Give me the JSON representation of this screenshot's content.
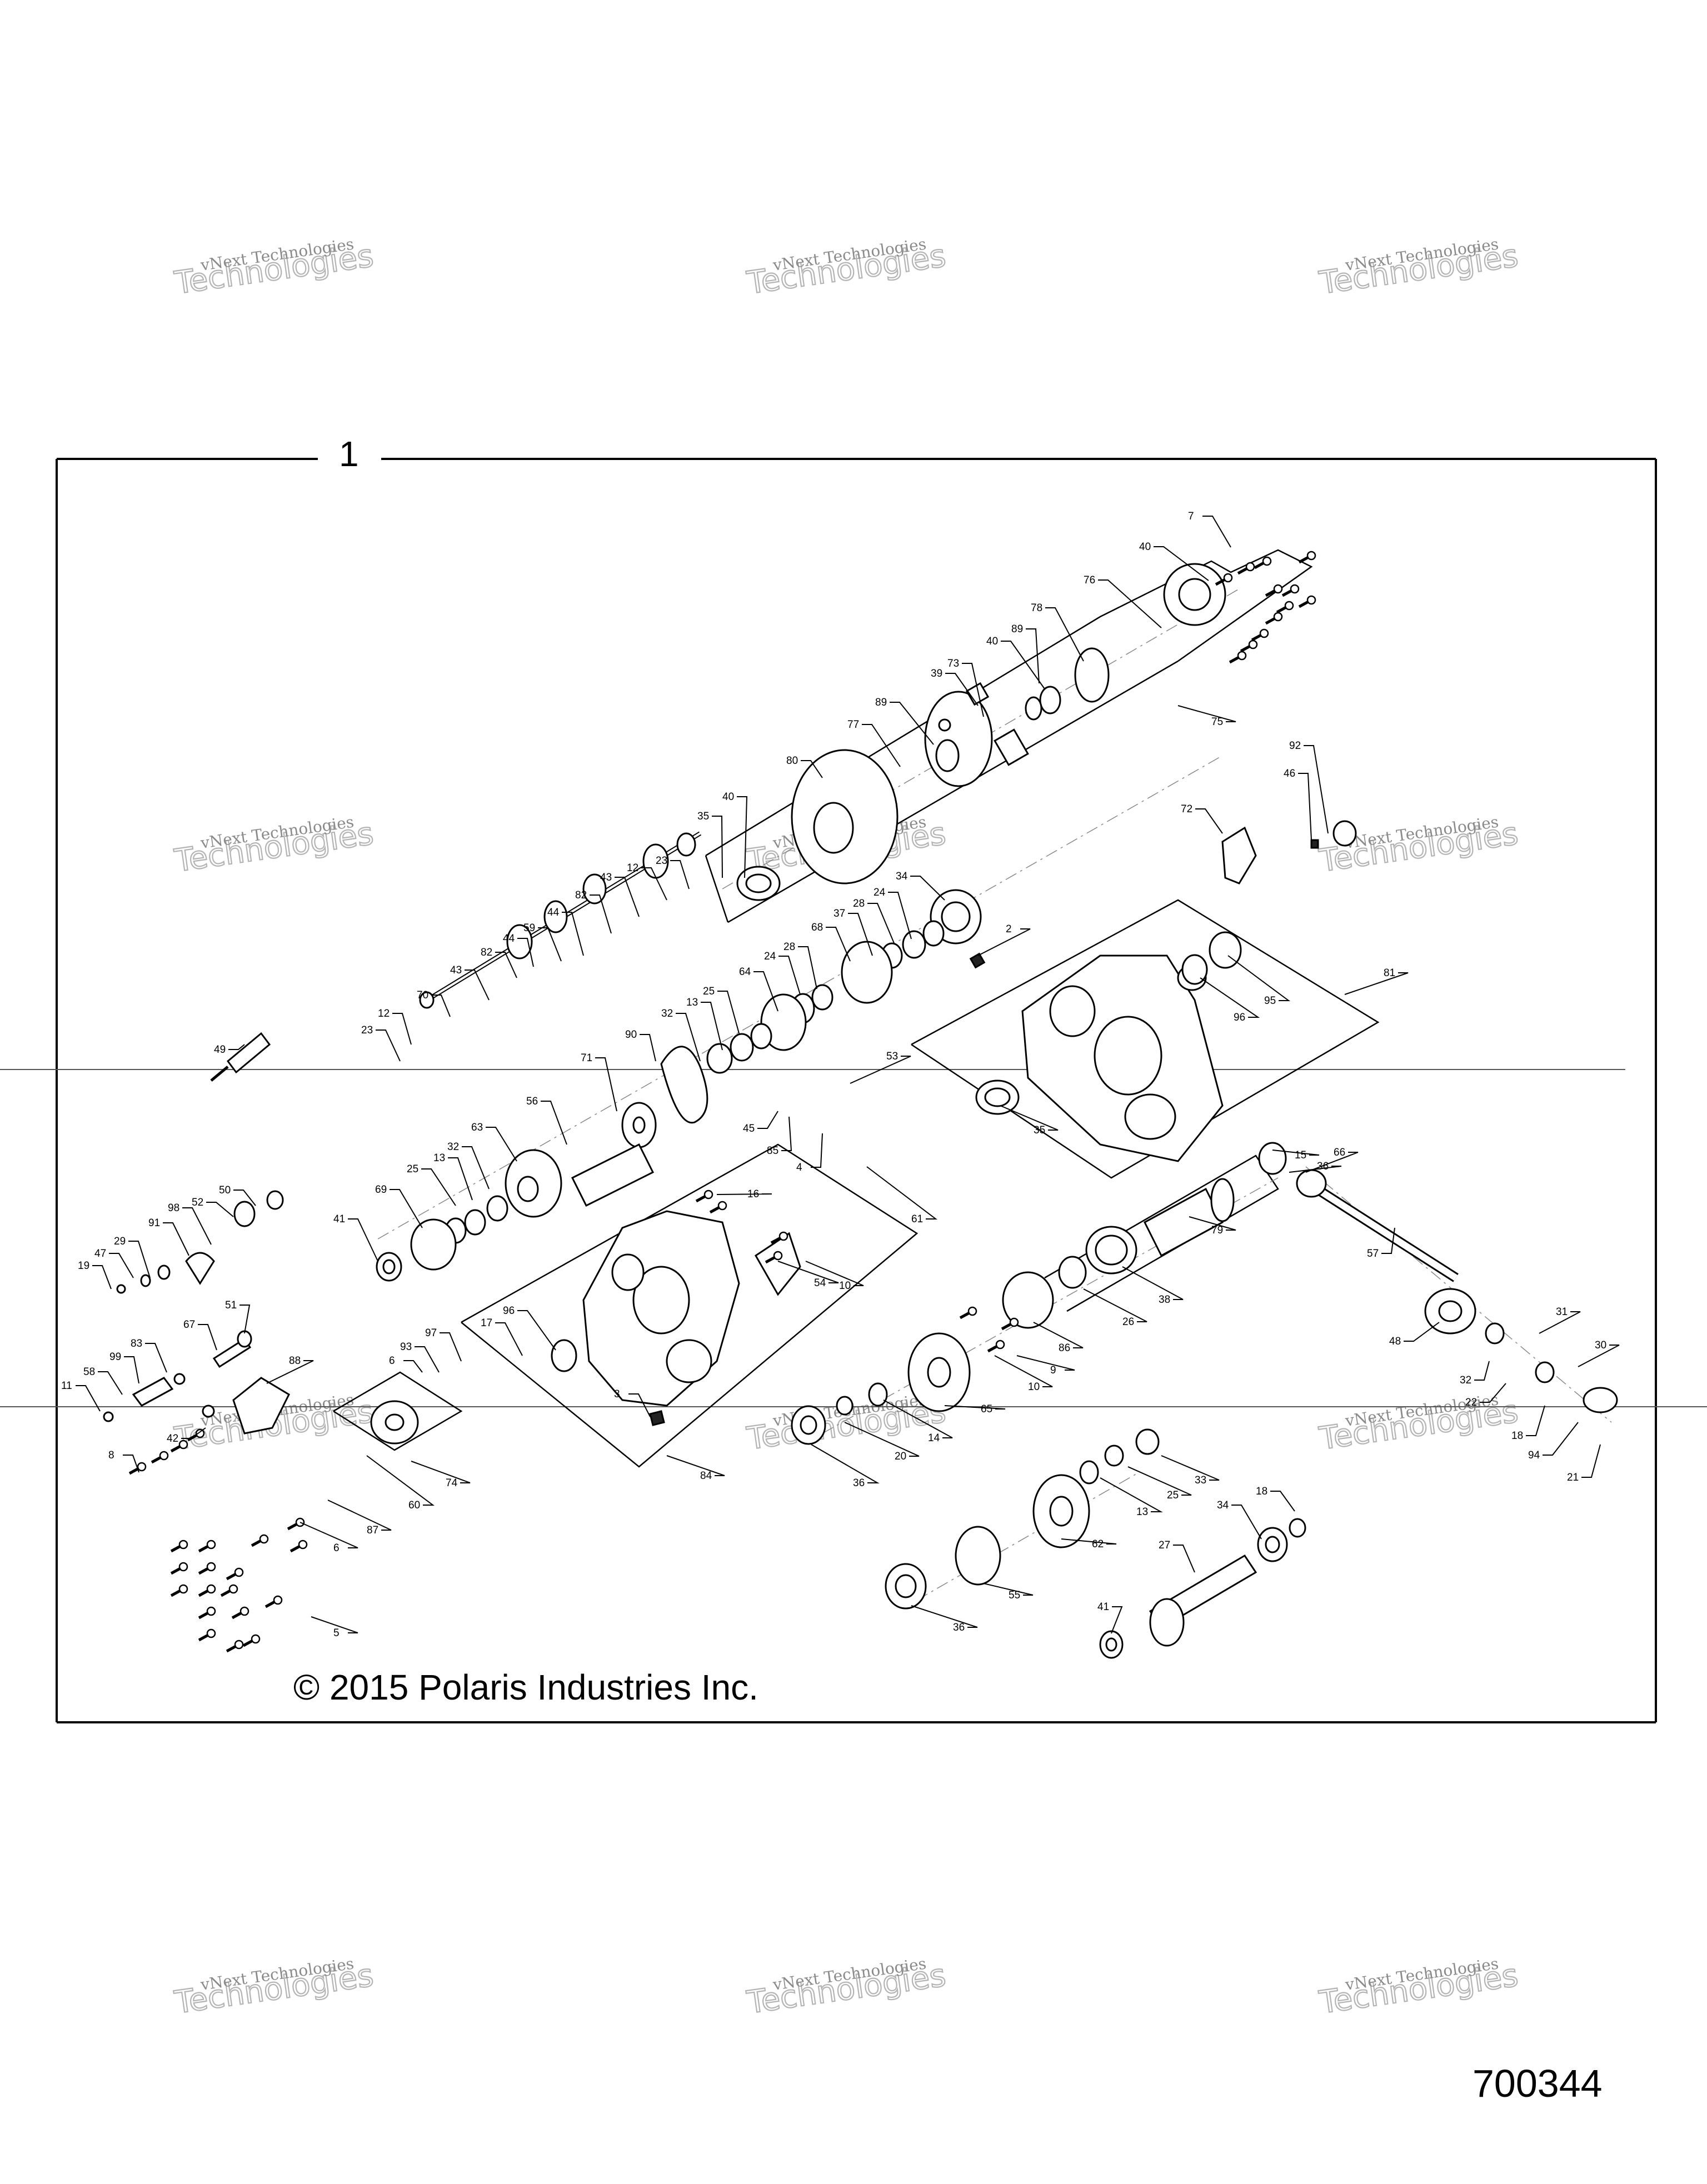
{
  "frame_label": "1",
  "copyright": "© 2015 Polaris Industries Inc.",
  "document_number": "700344",
  "watermark": {
    "line1": "vNext Technologies",
    "line2": "Technologies"
  },
  "callouts": [
    {
      "id": "c1",
      "text": "7"
    },
    {
      "id": "c2",
      "text": "40"
    },
    {
      "id": "c3",
      "text": "76"
    },
    {
      "id": "c4",
      "text": "78"
    },
    {
      "id": "c5",
      "text": "40"
    },
    {
      "id": "c6",
      "text": "89"
    },
    {
      "id": "c7",
      "text": "73"
    },
    {
      "id": "c8",
      "text": "39"
    },
    {
      "id": "c9",
      "text": "75"
    },
    {
      "id": "c10",
      "text": "89"
    },
    {
      "id": "c11",
      "text": "77"
    },
    {
      "id": "c12",
      "text": "80"
    },
    {
      "id": "c13",
      "text": "40"
    },
    {
      "id": "c14",
      "text": "35"
    },
    {
      "id": "c15",
      "text": "92"
    },
    {
      "id": "c16",
      "text": "46"
    },
    {
      "id": "c17",
      "text": "72"
    },
    {
      "id": "c18",
      "text": "23"
    },
    {
      "id": "c19",
      "text": "12"
    },
    {
      "id": "c20",
      "text": "43"
    },
    {
      "id": "c21",
      "text": "82"
    },
    {
      "id": "c22",
      "text": "44"
    },
    {
      "id": "c23",
      "text": "59"
    },
    {
      "id": "c24",
      "text": "44"
    },
    {
      "id": "c25",
      "text": "82"
    },
    {
      "id": "c26",
      "text": "43"
    },
    {
      "id": "c27",
      "text": "70"
    },
    {
      "id": "c28",
      "text": "12"
    },
    {
      "id": "c29",
      "text": "23"
    },
    {
      "id": "c30",
      "text": "34"
    },
    {
      "id": "c31",
      "text": "24"
    },
    {
      "id": "c32",
      "text": "28"
    },
    {
      "id": "c33",
      "text": "37"
    },
    {
      "id": "c34",
      "text": "68"
    },
    {
      "id": "c35",
      "text": "24"
    },
    {
      "id": "c36",
      "text": "28"
    },
    {
      "id": "c37",
      "text": "64"
    },
    {
      "id": "c38",
      "text": "25"
    },
    {
      "id": "c39",
      "text": "13"
    },
    {
      "id": "c40",
      "text": "32"
    },
    {
      "id": "c41",
      "text": "90"
    },
    {
      "id": "c42",
      "text": "71"
    },
    {
      "id": "c43",
      "text": "2"
    },
    {
      "id": "c44",
      "text": "95"
    },
    {
      "id": "c45",
      "text": "96"
    },
    {
      "id": "c46",
      "text": "81"
    },
    {
      "id": "c47",
      "text": "49"
    },
    {
      "id": "c48",
      "text": "56"
    },
    {
      "id": "c49",
      "text": "53"
    },
    {
      "id": "c50",
      "text": "45"
    },
    {
      "id": "c51",
      "text": "35"
    },
    {
      "id": "c52",
      "text": "85"
    },
    {
      "id": "c53",
      "text": "4"
    },
    {
      "id": "c54",
      "text": "63"
    },
    {
      "id": "c55",
      "text": "25"
    },
    {
      "id": "c56",
      "text": "32"
    },
    {
      "id": "c57",
      "text": "13"
    },
    {
      "id": "c58",
      "text": "69"
    },
    {
      "id": "c59",
      "text": "50"
    },
    {
      "id": "c60",
      "text": "52"
    },
    {
      "id": "c61",
      "text": "98"
    },
    {
      "id": "c62",
      "text": "91"
    },
    {
      "id": "c63",
      "text": "29"
    },
    {
      "id": "c64",
      "text": "47"
    },
    {
      "id": "c65",
      "text": "19"
    },
    {
      "id": "c66",
      "text": "41"
    },
    {
      "id": "c67",
      "text": "16"
    },
    {
      "id": "c68",
      "text": "15"
    },
    {
      "id": "c69",
      "text": "36"
    },
    {
      "id": "c70",
      "text": "66"
    },
    {
      "id": "c71",
      "text": "61"
    },
    {
      "id": "c72",
      "text": "54"
    },
    {
      "id": "c73",
      "text": "10"
    },
    {
      "id": "c74",
      "text": "79"
    },
    {
      "id": "c75",
      "text": "38"
    },
    {
      "id": "c76",
      "text": "57"
    },
    {
      "id": "c77",
      "text": "26"
    },
    {
      "id": "c78",
      "text": "51"
    },
    {
      "id": "c79",
      "text": "96"
    },
    {
      "id": "c80",
      "text": "17"
    },
    {
      "id": "c81",
      "text": "97"
    },
    {
      "id": "c82",
      "text": "67"
    },
    {
      "id": "c83",
      "text": "93"
    },
    {
      "id": "c84",
      "text": "6"
    },
    {
      "id": "c85",
      "text": "83"
    },
    {
      "id": "c86",
      "text": "88"
    },
    {
      "id": "c87",
      "text": "99"
    },
    {
      "id": "c88",
      "text": "58"
    },
    {
      "id": "c89",
      "text": "11"
    },
    {
      "id": "c90",
      "text": "86"
    },
    {
      "id": "c91",
      "text": "9"
    },
    {
      "id": "c92",
      "text": "10"
    },
    {
      "id": "c93",
      "text": "48"
    },
    {
      "id": "c94",
      "text": "31"
    },
    {
      "id": "c95",
      "text": "30"
    },
    {
      "id": "c96",
      "text": "32"
    },
    {
      "id": "c97",
      "text": "22"
    },
    {
      "id": "c98",
      "text": "18"
    },
    {
      "id": "c99",
      "text": "94"
    },
    {
      "id": "c100",
      "text": "21"
    },
    {
      "id": "c101",
      "text": "3"
    },
    {
      "id": "c102",
      "text": "84"
    },
    {
      "id": "c103",
      "text": "65"
    },
    {
      "id": "c104",
      "text": "14"
    },
    {
      "id": "c105",
      "text": "20"
    },
    {
      "id": "c106",
      "text": "36"
    },
    {
      "id": "c107",
      "text": "42"
    },
    {
      "id": "c108",
      "text": "74"
    },
    {
      "id": "c109",
      "text": "60"
    },
    {
      "id": "c110",
      "text": "8"
    },
    {
      "id": "c111",
      "text": "87"
    },
    {
      "id": "c112",
      "text": "6"
    },
    {
      "id": "c113",
      "text": "33"
    },
    {
      "id": "c114",
      "text": "25"
    },
    {
      "id": "c115",
      "text": "13"
    },
    {
      "id": "c116",
      "text": "62"
    },
    {
      "id": "c117",
      "text": "18"
    },
    {
      "id": "c118",
      "text": "34"
    },
    {
      "id": "c119",
      "text": "27"
    },
    {
      "id": "c120",
      "text": "55"
    },
    {
      "id": "c121",
      "text": "36"
    },
    {
      "id": "c122",
      "text": "41"
    },
    {
      "id": "c123",
      "text": "5"
    }
  ]
}
